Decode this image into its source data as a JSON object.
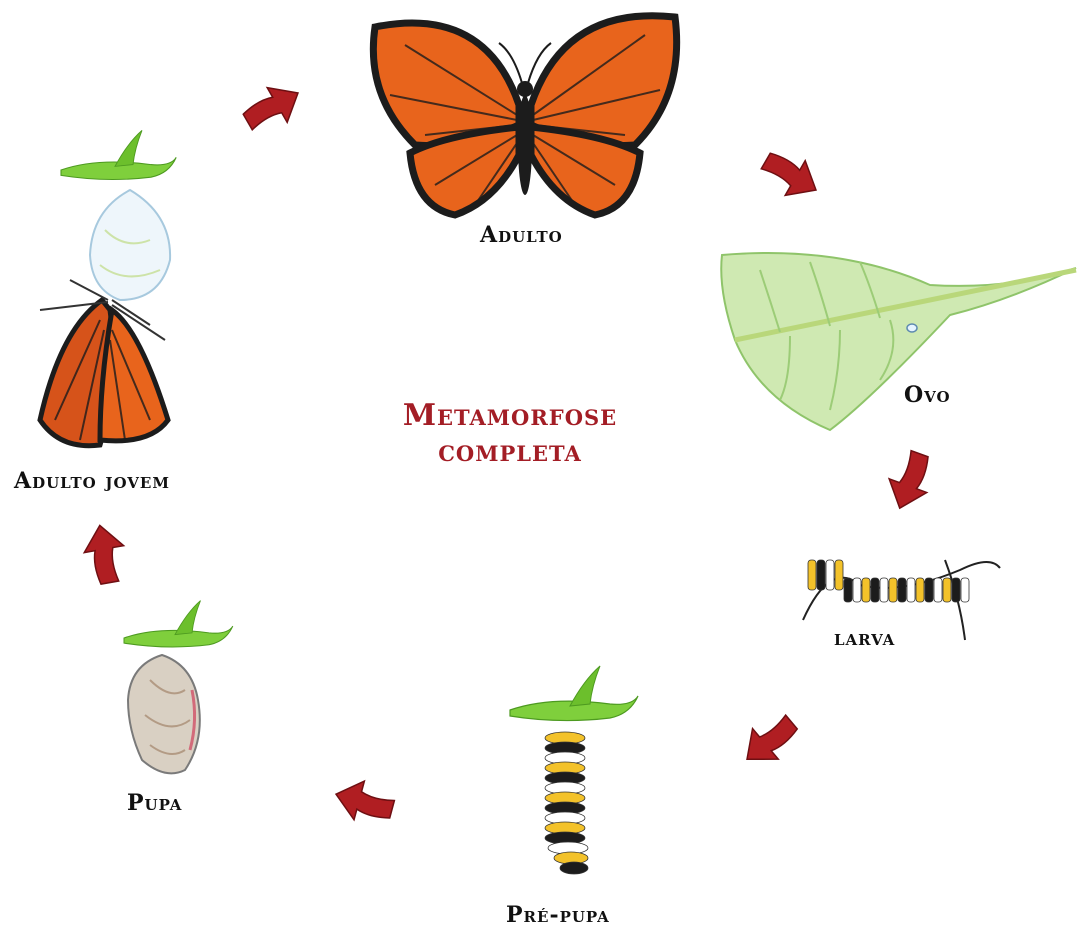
{
  "diagram": {
    "title_line1": "Metamorfose",
    "title_line2": "completa",
    "stages": {
      "adulto": "Adulto",
      "ovo": "Ovo",
      "larva": "larva",
      "pre_pupa": "Pré-pupa",
      "pupa": "Pupa",
      "adulto_jovem": "Adulto jovem"
    },
    "colors": {
      "arrow": "#b01e22",
      "title": "#a31d25",
      "wing_orange": "#e8641c",
      "wing_black": "#1c1c1c",
      "leaf_green": "#7fcf3c",
      "leaf_pale": "#cfe9b2"
    }
  }
}
